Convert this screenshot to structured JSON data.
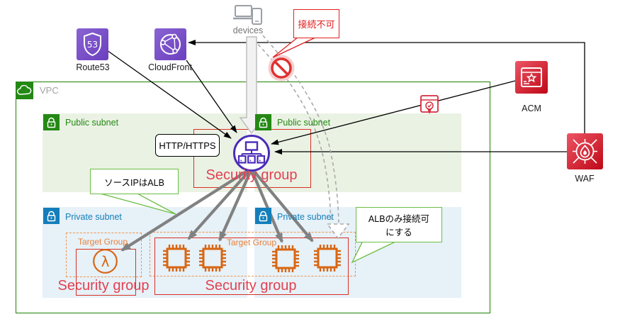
{
  "external": {
    "devices": "devices",
    "route53": "Route53",
    "cloudfront": "CloudFront",
    "acm": "ACM",
    "waf": "WAF"
  },
  "vpc": {
    "label": "VPC"
  },
  "subnets": {
    "public_left": "Public subnet",
    "public_right": "Public subnet",
    "private_left": "Private subnet",
    "private_right": "Private subnet"
  },
  "security_groups": {
    "alb": "Security group",
    "lambda": "Security group",
    "ec2": "Security group"
  },
  "target_groups": {
    "lambda": "Target Group",
    "ec2": "Target Group"
  },
  "annotations": {
    "http": "HTTP/HTTPS",
    "no_connection": "接続不可",
    "source_ip": "ソースIPはALB",
    "alb_only_line1": "ALBのみ接続可",
    "alb_only_line2": "にする"
  },
  "icons": {
    "route53_badge": "53",
    "devices": "laptop-and-mobile-icon",
    "route53": "route53-shield-icon",
    "cloudfront": "cloudfront-globe-icon",
    "prohibition": "no-entry-icon",
    "vpc": "vpc-cloud-icon",
    "public_subnet": "green-lock-icon",
    "private_subnet": "blue-lock-icon",
    "alb": "load-balancer-icon",
    "lambda": "lambda-icon",
    "ec2": "ec2-chip-icon",
    "certificate": "certificate-badge-icon",
    "acm": "acm-icon",
    "waf": "waf-firewall-icon"
  },
  "colors": {
    "vpc_green": "#1d8102",
    "subnet_green": "#248814",
    "subnet_green_bg": "#eaf2e4",
    "subnet_blue": "#147eba",
    "subnet_blue_bg": "#e7f1f8",
    "sg_border_red": "#d93025",
    "sg_text_red": "#e24150",
    "tg_orange": "#e8823c",
    "compute_orange": "#d86613",
    "icon_purple": "#7d55c7",
    "alb_purple": "#4b2bb8",
    "security_red": "#c7131f",
    "arrow_grey": "#818181",
    "callout_green": "#6cbe45",
    "callout_red": "#e02020"
  }
}
